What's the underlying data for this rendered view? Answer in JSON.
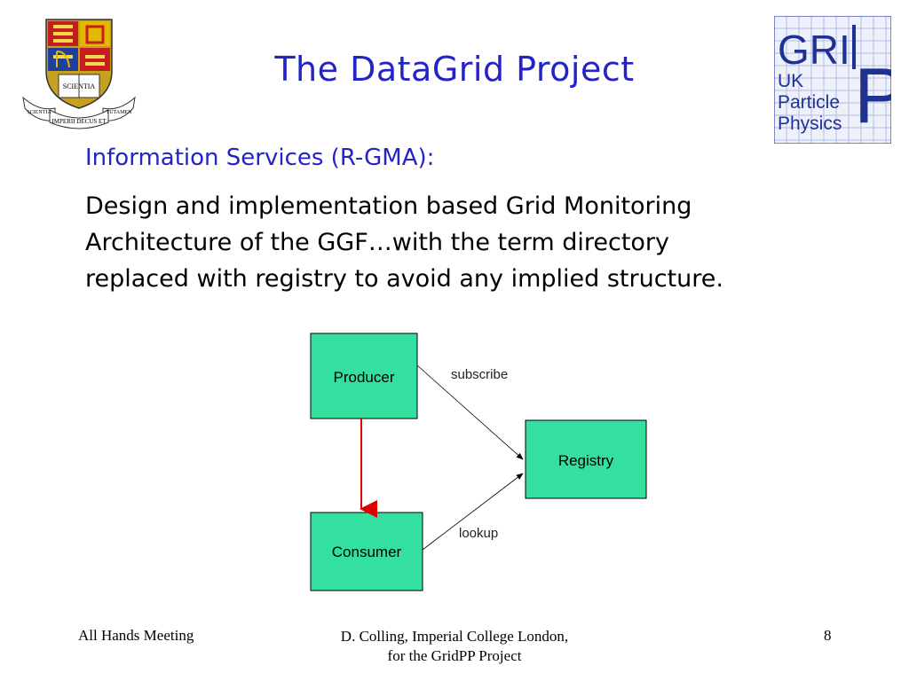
{
  "slide": {
    "title": "The DataGrid Project",
    "subheading": "Information Services (R-GMA):",
    "body": "Design and implementation based Grid Monitoring\nArchitecture of the GGF…with the term directory\nreplaced with registry to avoid any implied structure."
  },
  "logos": {
    "crest_text": {
      "book": "SCIENTIA",
      "ribbon_left": "SCIENTIA",
      "ribbon_mid": "IMPERII DECUS ET",
      "ribbon_right": "TUTAMEN"
    },
    "gridpp": {
      "line1": "GRI",
      "big_letter": "P",
      "line2": "UK",
      "line3": "Particle",
      "line4": "Physics"
    }
  },
  "diagram": {
    "nodes": {
      "producer": "Producer",
      "registry": "Registry",
      "consumer": "Consumer"
    },
    "edges": {
      "subscribe": "subscribe",
      "lookup": "lookup"
    },
    "colors": {
      "node_fill": "#33e0a0",
      "arrow_red": "#e00000",
      "arrow_black": "#000000"
    }
  },
  "footer": {
    "left": "All Hands Meeting",
    "center_line1": "D. Colling, Imperial College London,",
    "center_line2": "for the GridPP Project",
    "page_number": "8"
  }
}
